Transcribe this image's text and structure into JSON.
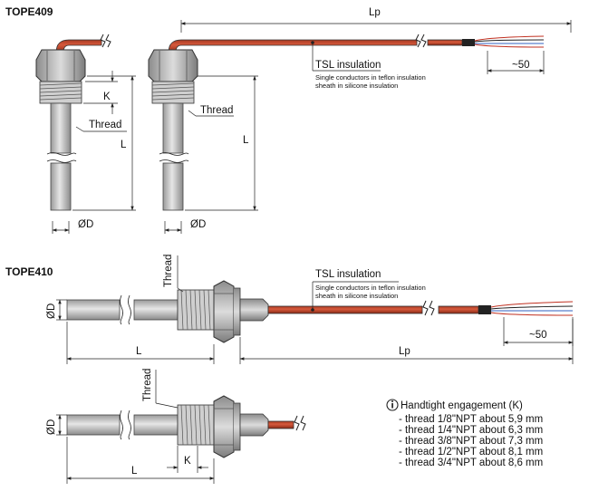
{
  "diagram": {
    "tope409": {
      "title": "TOPE409",
      "lp_label": "Lp",
      "tsl_label": "TSL insulation",
      "tsl_note_1": "Single conductors in teflon insulation",
      "tsl_note_2": "sheath in silicone insulation",
      "wire_len_label": "~50",
      "k_label": "K",
      "thread_label_left": "Thread",
      "thread_label_right": "Thread",
      "l_label_left": "L",
      "l_label_right": "L",
      "d_label_left": "ØD",
      "d_label_right": "ØD"
    },
    "tope410": {
      "title": "TOPE410",
      "tsl_label": "TSL insulation",
      "tsl_note_1": "Single conductors in teflon insulation",
      "tsl_note_2": "sheath in silicone insulation",
      "thread_label_top": "Thread",
      "thread_label_bottom": "Thread",
      "d_label_top": "ØD",
      "d_label_bottom": "ØD",
      "l_label_top": "L",
      "l_label_bottom": "L",
      "lp_label": "Lp",
      "wire_len_label": "~50",
      "k_label": "K"
    },
    "engagement": {
      "info_icon": "info-circle-icon",
      "heading": "Handtight engagement (K)",
      "rows": [
        "- thread 1/8\"NPT about 5,9 mm",
        "- thread 1/4\"NPT about 6,3 mm",
        "- thread 3/8\"NPT about 7,3 mm",
        "- thread 1/2\"NPT about 8,1 mm",
        "- thread 3/4\"NPT about 8,6 mm"
      ]
    },
    "colors": {
      "cable": "#c8472b",
      "cable_dark": "#8a2a16",
      "metal": "#d4d4d4",
      "metal_dark": "#6e6e6e",
      "line": "#222222"
    }
  }
}
